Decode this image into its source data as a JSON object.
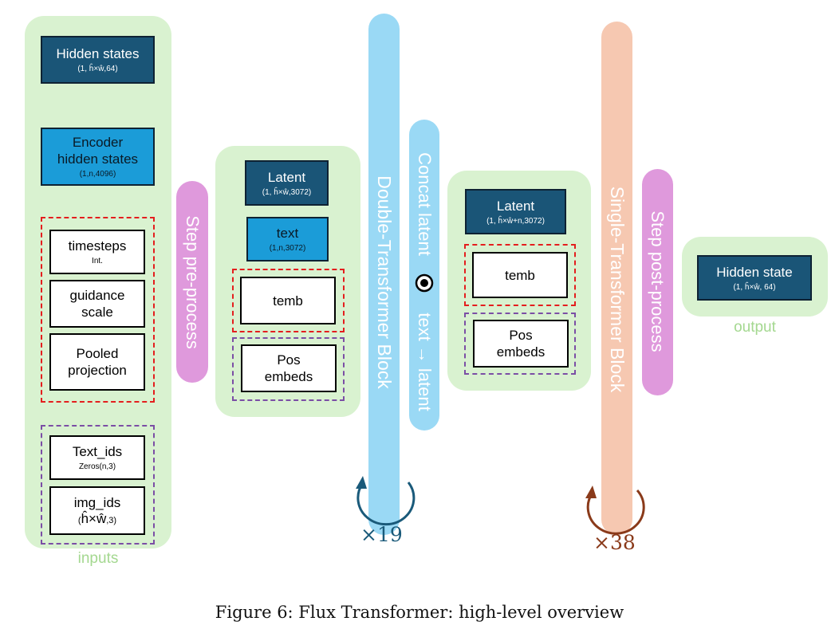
{
  "inputs": {
    "label": "inputs",
    "hidden_states": {
      "title": "Hidden states",
      "shape": "(1, ĥ×ŵ,64)"
    },
    "encoder_hidden_states": {
      "title_line1": "Encoder",
      "title_line2": "hidden states",
      "shape": "(1,n,4096)"
    },
    "timesteps": {
      "title": "timesteps",
      "sub": "Int."
    },
    "guidance": {
      "line1": "guidance",
      "line2": "scale"
    },
    "pooled": {
      "line1": "Pooled",
      "line2": "projection"
    },
    "text_ids": {
      "title": "Text_ids",
      "sub": "Zeros(n,3)"
    },
    "img_ids": {
      "title": "img_ids",
      "sub_prefix": "(",
      "sub_main": "ĥ×ŵ",
      "sub_suffix": ",3)"
    }
  },
  "pre_process": {
    "label": "Step pre-process"
  },
  "stage1": {
    "latent": {
      "title": "Latent",
      "shape": "(1, ĥ×ŵ,3072)"
    },
    "text": {
      "title": "text",
      "shape": "(1,n,3072)"
    },
    "temb": "temb",
    "pos": {
      "line1": "Pos",
      "line2": "embeds"
    }
  },
  "double_block": {
    "label": "Double-Transformer Block",
    "repeat": "×19"
  },
  "concat": {
    "label_prefix": "Concat latent",
    "label_suffix": "text → latent"
  },
  "stage2": {
    "latent": {
      "title": "Latent",
      "shape": "(1, ĥ×ŵ+n,3072)"
    },
    "temb": "temb",
    "pos": {
      "line1": "Pos",
      "line2": "embeds"
    }
  },
  "single_block": {
    "label": "Single-Transformer Block",
    "repeat": "×38"
  },
  "post_process": {
    "label": "Step post-process"
  },
  "output": {
    "label": "output",
    "hidden_state": {
      "title": "Hidden state",
      "shape": "(1, ĥ×ŵ, 64)"
    }
  },
  "caption": "Figure 6: Flux Transformer: high-level overview",
  "colors": {
    "panel_green": "#d9f2d0",
    "dark_blue": "#1a5577",
    "mid_blue": "#1b9cd8",
    "light_blue_bar": "#9ad9f5",
    "salmon_bar": "#f6c8b1",
    "pink_pill": "#df99dc",
    "red_dash": "#e41e1e",
    "purple_dash": "#7b4ea5"
  }
}
